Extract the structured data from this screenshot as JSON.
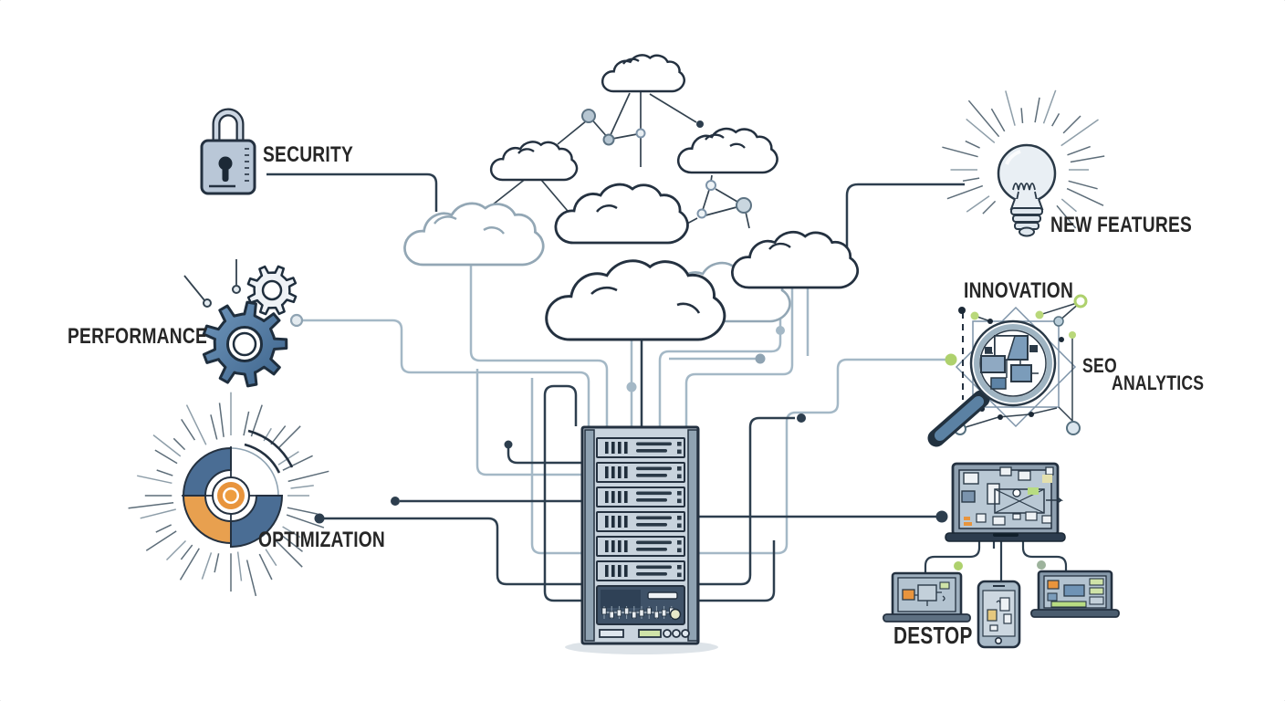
{
  "title": "cloud-server-network-diagram",
  "labels": {
    "security": "SECURITY",
    "performance": "PERFORMANCE",
    "optimization": "OPTIMIZATION",
    "new_features": "NEW FEATURES",
    "innovation": "INNOVATION",
    "seo": "SEO",
    "analytics": "ANALYTICS",
    "desktop": "DESTOP"
  },
  "icons": [
    "padlock-icon",
    "gears-icon",
    "target-sunburst-icon",
    "cloud-network",
    "server-rack-icon",
    "lightbulb-icon",
    "magnifier-circuit-icon",
    "laptop-main-icon",
    "laptop-small-icon",
    "smartphone-icon",
    "laptop-right-icon"
  ],
  "colors": {
    "line_dark": "#2d3e4e",
    "line_light": "#a4b8c6",
    "accent_orange": "#e8943c",
    "accent_green": "#aed16d",
    "accent_blue": "#4a6d94",
    "server_fill": "#c8d3dd",
    "background": "#ffffff"
  }
}
